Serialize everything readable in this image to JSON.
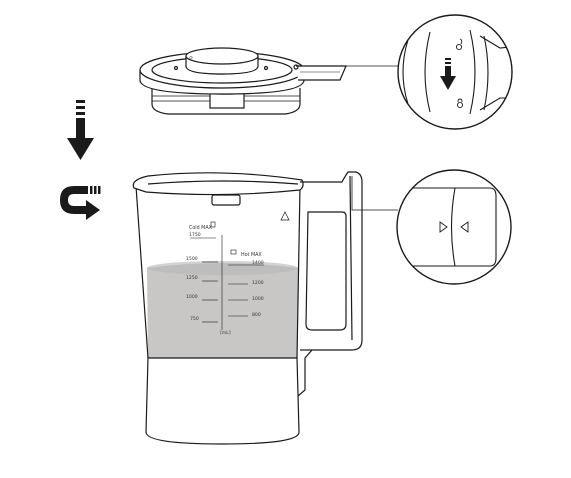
{
  "jug": {
    "cold_max_label": "Cold MAX",
    "hot_max_label": "Hot MAX",
    "unit_label": "[mL]",
    "left_scale": [
      "1750",
      "1500",
      "1250",
      "1000",
      "750"
    ],
    "right_scale": [
      "1400",
      "1200",
      "1000",
      "800"
    ]
  },
  "colors": {
    "liquid": "#c9c7c5",
    "line": "#1a1a1a",
    "arrow": "#1a1a1a"
  },
  "icons": [
    "arrow-down-icon",
    "rotate-arrow-icon",
    "lock-icon",
    "unlock-icon",
    "triangle-marker-icon"
  ]
}
